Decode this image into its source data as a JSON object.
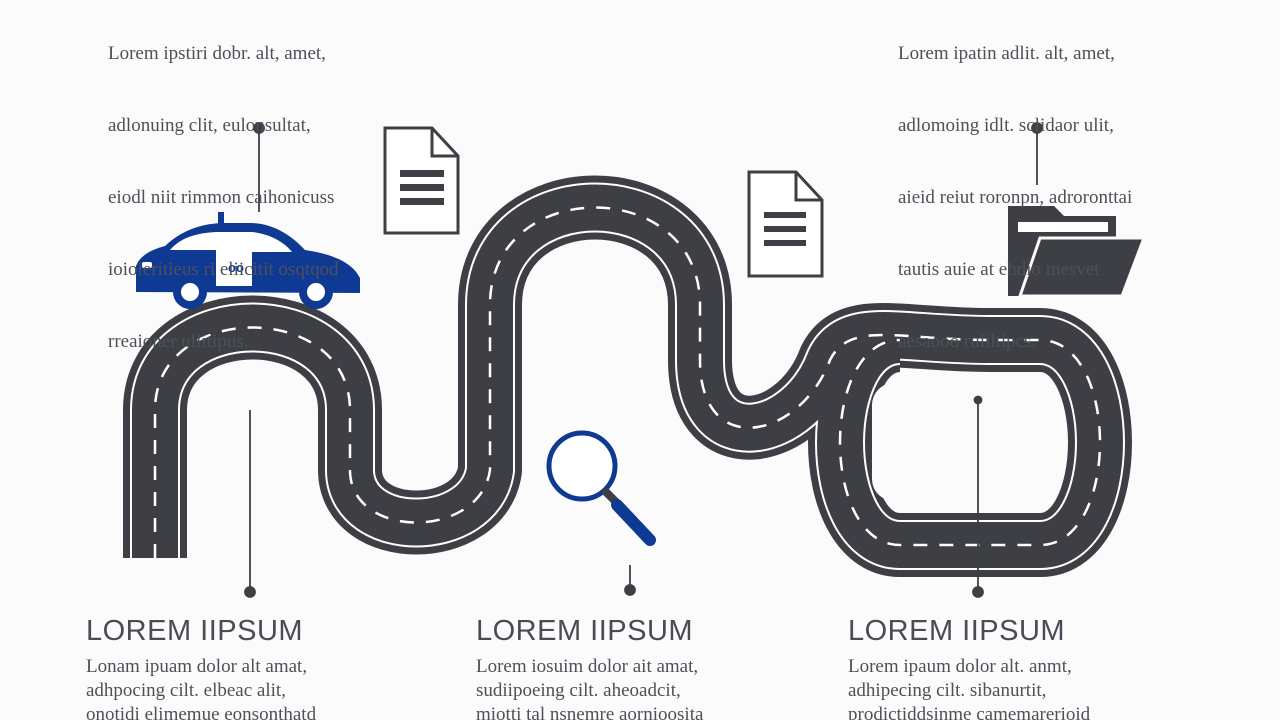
{
  "top_notes": {
    "left": [
      "Lorem ipstiri dobr. alt, amet,",
      "adlonuing clit, eulonsultat,",
      "eiodl niit rimmon caihonicuss",
      "ioioieritieus ri eliicitit osqtqod",
      "rreaioner ullitipus."
    ],
    "right": [
      "Lorem ipatin adlit. alt, amet,",
      "adlomoing idlt. sclidaor ulit,",
      "aieid reiut roronpn, adroronttai",
      "tautis auie at ehdio mesvet",
      "aesaooo ruliltipcs."
    ]
  },
  "sections": [
    {
      "title": "LOREM IIPSUM",
      "lines": [
        "Lonam ipuam dolor alt amat,",
        "adhpocing cilt. elbeac alit,",
        "onotidi elimemue eonsonthatd"
      ]
    },
    {
      "title": "LOREM IIPSUM",
      "lines": [
        "Lorem iosuim dolor ait amat,",
        "sudiipoeing cilt. aheoadcit,",
        "miotti tal nsnemre aornioosita"
      ]
    },
    {
      "title": "LOREM IIPSUM",
      "lines": [
        "Lorem ipaum dolor alt. anmt,",
        "adhipecing cilt. sibanurtit,",
        "prodictiddsinme camemarerioid"
      ]
    }
  ],
  "icons": [
    "car-icon",
    "document-icon",
    "document-icon",
    "folder-icon",
    "magnifier-icon"
  ],
  "colors": {
    "road": "#3d3f45",
    "accent": "#0f3a94",
    "text": "#4e5058",
    "background": "#fbfbfc"
  }
}
